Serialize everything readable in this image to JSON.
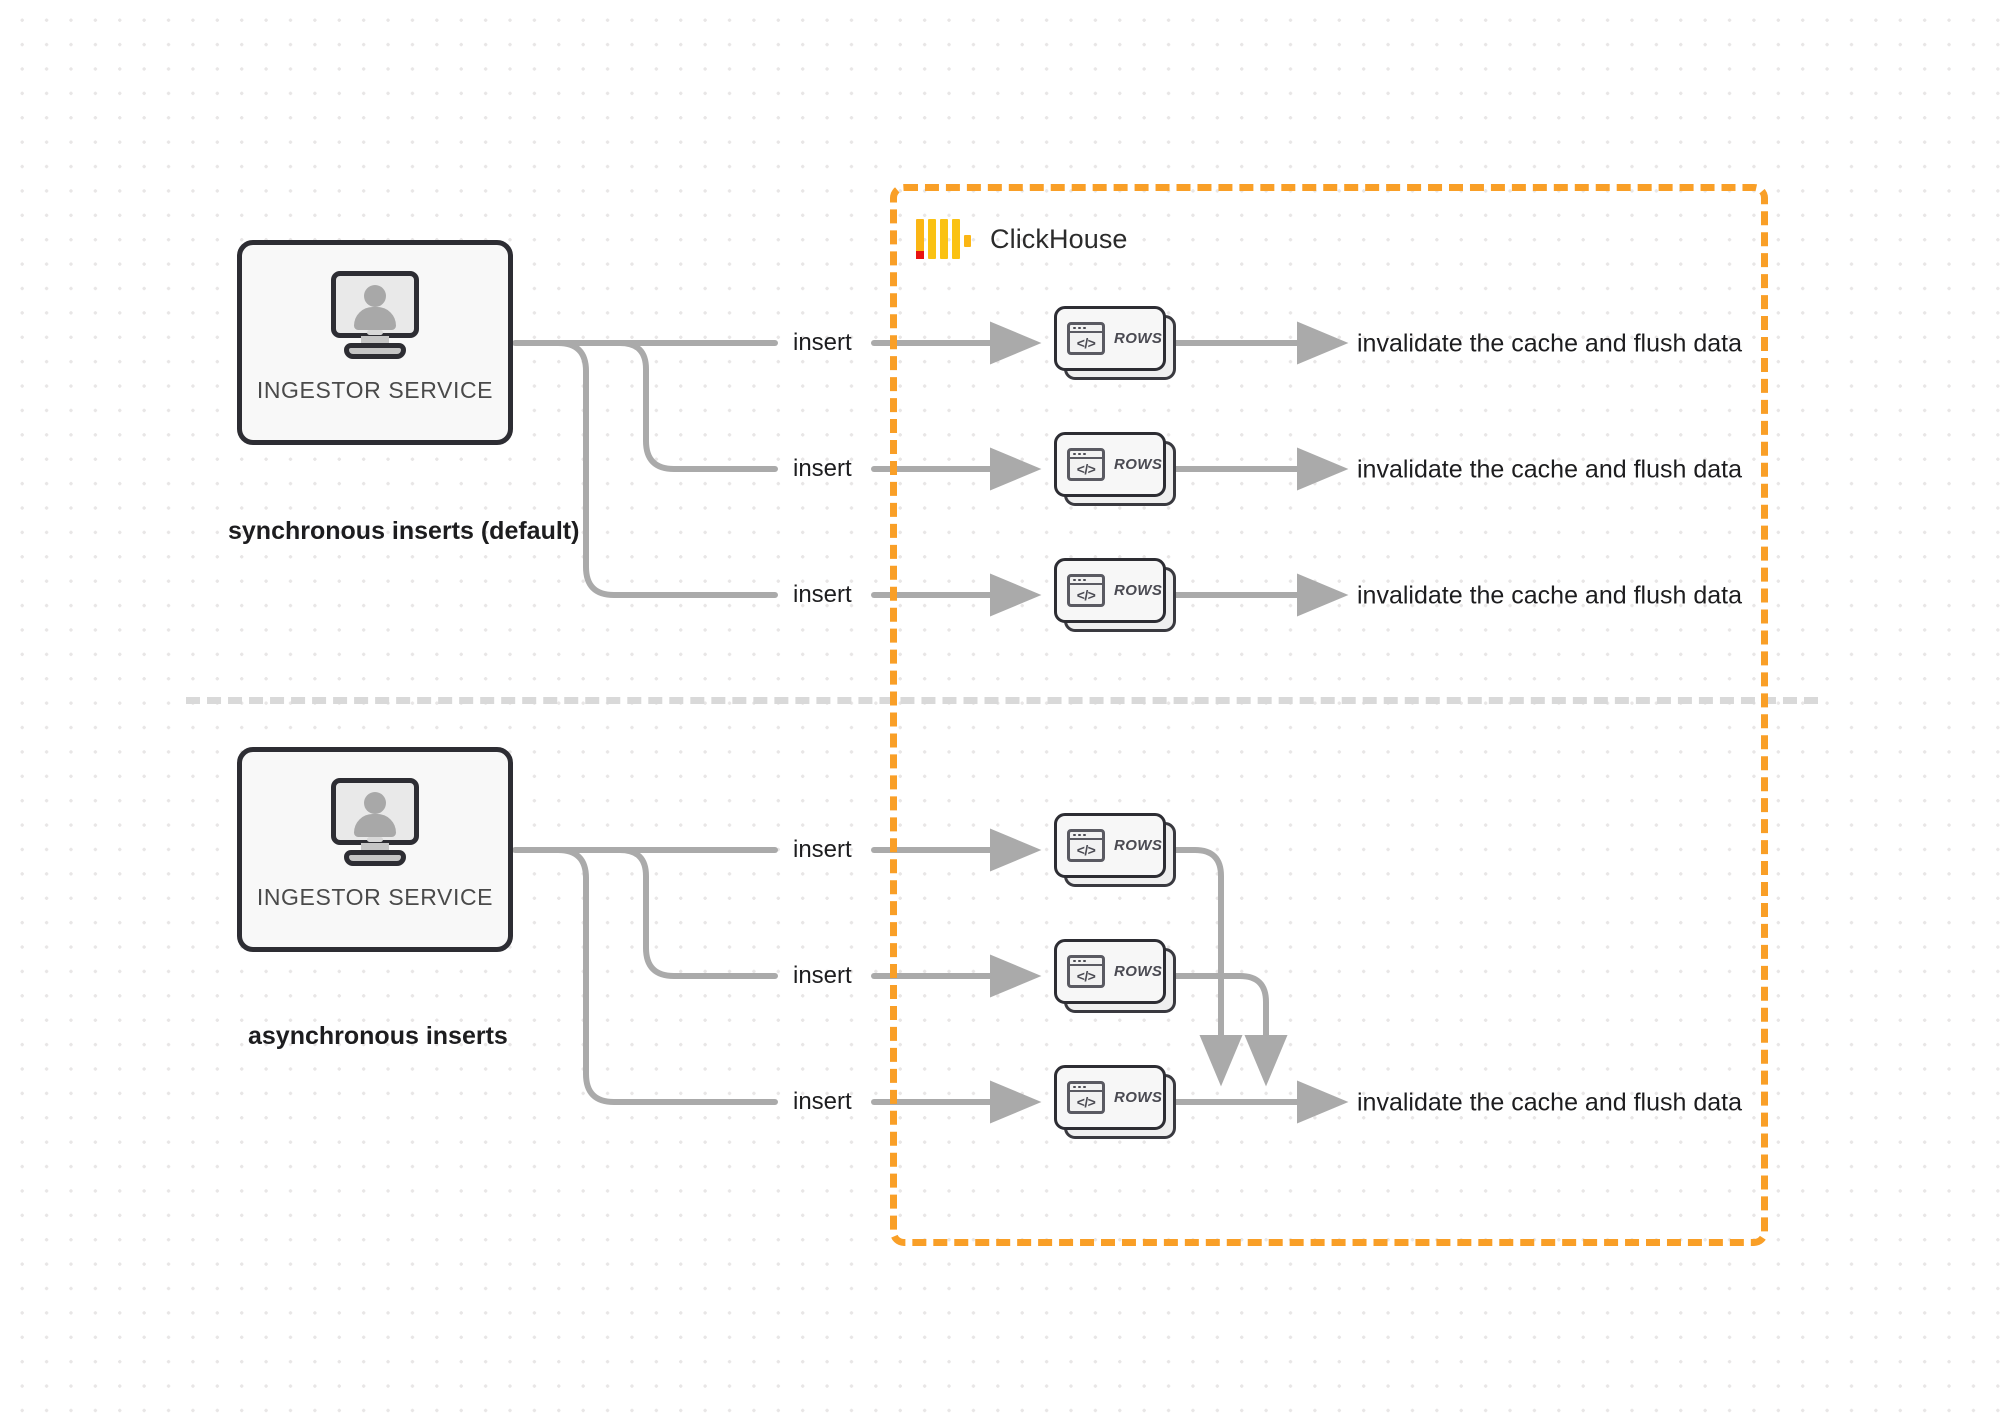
{
  "diagram": {
    "title": "ClickHouse synchronous vs asynchronous inserts",
    "background": "#ffffff",
    "dot_grid_color": "#e8e6e6",
    "boundary_color": "#f99f27",
    "wire_color": "#aaaaaa",
    "node_border_color": "#2d2d33"
  },
  "clickhouse": {
    "name": "ClickHouse",
    "logo_name": "clickhouse-logo",
    "logo_bar_color": "#fbb615",
    "logo_accent_color": "#e8120f"
  },
  "sections": [
    {
      "id": "sync",
      "caption": "synchronous inserts (default)",
      "ingestor": {
        "label": "INGESTOR SERVICE",
        "icon": "monitor-user-icon"
      },
      "flows": [
        {
          "insert_label": "insert",
          "rows_label": "ROWS",
          "rows_icon": "code-window-icon",
          "outcome": "invalidate the cache and flush data"
        },
        {
          "insert_label": "insert",
          "rows_label": "ROWS",
          "rows_icon": "code-window-icon",
          "outcome": "invalidate the cache and flush data"
        },
        {
          "insert_label": "insert",
          "rows_label": "ROWS",
          "rows_icon": "code-window-icon",
          "outcome": "invalidate the cache and flush data"
        }
      ]
    },
    {
      "id": "async",
      "caption": "asynchronous inserts",
      "ingestor": {
        "label": "INGESTOR SERVICE",
        "icon": "monitor-user-icon"
      },
      "flows": [
        {
          "insert_label": "insert",
          "rows_label": "ROWS",
          "rows_icon": "code-window-icon"
        },
        {
          "insert_label": "insert",
          "rows_label": "ROWS",
          "rows_icon": "code-window-icon"
        },
        {
          "insert_label": "insert",
          "rows_label": "ROWS",
          "rows_icon": "code-window-icon"
        }
      ],
      "merged_outcome": "invalidate the cache and flush data"
    }
  ],
  "icons": {
    "code_glyph": "</>"
  }
}
